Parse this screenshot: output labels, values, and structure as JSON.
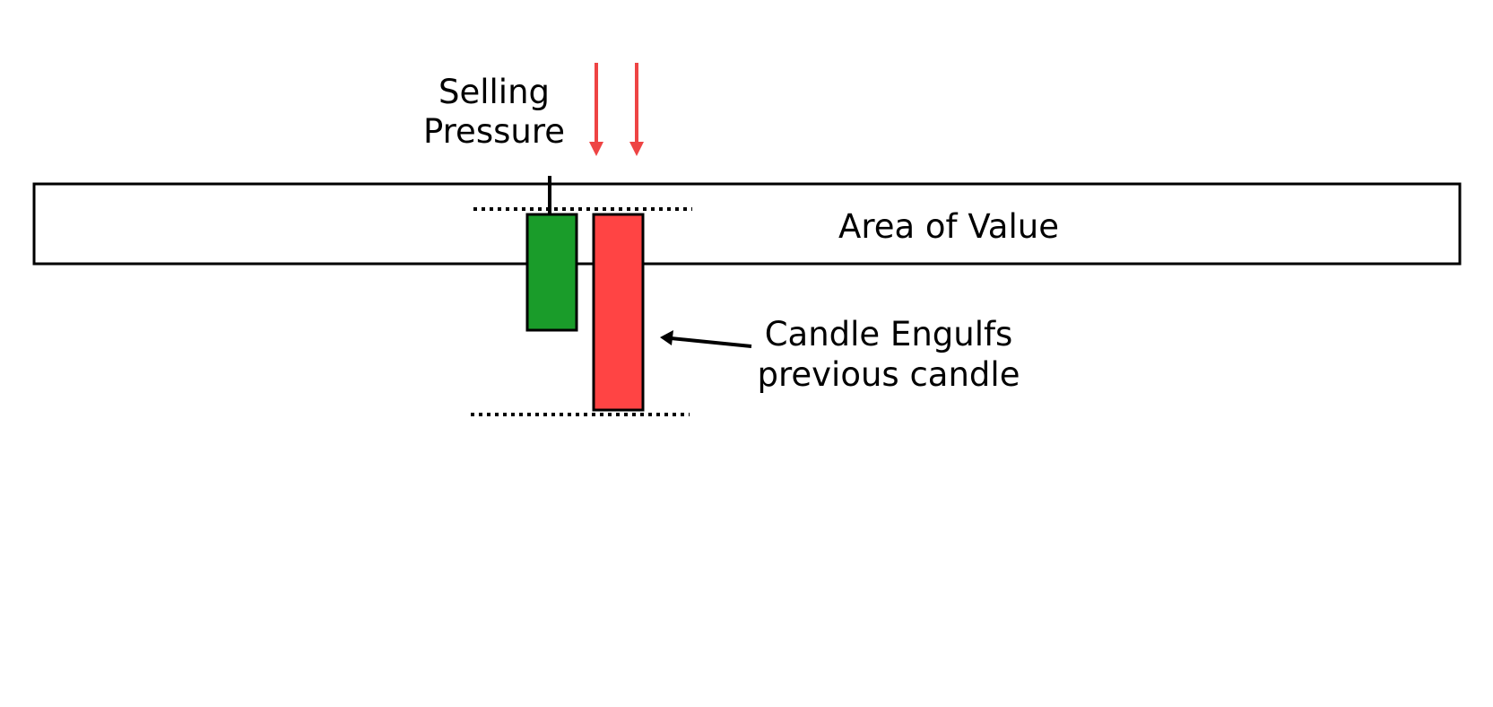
{
  "labels": {
    "selling_pressure_line1": "Selling",
    "selling_pressure_line2": "Pressure",
    "area_of_value": "Area of Value",
    "engulf_line1": "Candle Engulfs",
    "engulf_line2": "previous candle"
  },
  "colors": {
    "background": "#ffffff",
    "outline": "#000000",
    "bullish_candle": "#1a9c2a",
    "bearish_candle": "#ff4444",
    "pressure_arrow": "#ee4444"
  },
  "icons": {
    "pressure_arrows": "arrow-down-icon",
    "pointer_arrow": "arrow-left-icon"
  }
}
